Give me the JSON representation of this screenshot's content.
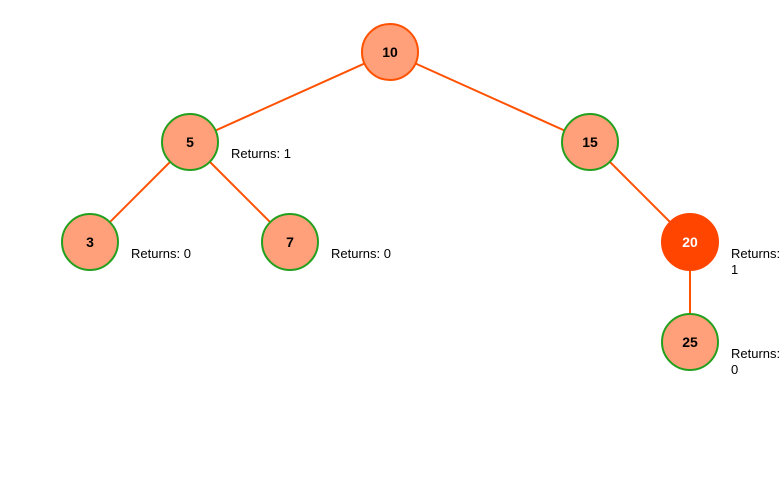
{
  "colors": {
    "edge": "#ff5100",
    "node_fill": "#ffa07a",
    "node_border_default": "#22a01e",
    "node_border_root": "#ff5100",
    "node_fill_active": "#ff4500",
    "node_text": "#000000",
    "node_text_active": "#ffffff"
  },
  "tree": {
    "nodes": [
      {
        "id": "n10",
        "value": "10",
        "state": "root",
        "returns": ""
      },
      {
        "id": "n5",
        "value": "5",
        "state": "visited",
        "returns": "Returns: 1"
      },
      {
        "id": "n15",
        "value": "15",
        "state": "visited",
        "returns": ""
      },
      {
        "id": "n3",
        "value": "3",
        "state": "visited",
        "returns": "Returns: 0"
      },
      {
        "id": "n7",
        "value": "7",
        "state": "visited",
        "returns": "Returns: 0"
      },
      {
        "id": "n20",
        "value": "20",
        "state": "active",
        "returns": "Returns: 1"
      },
      {
        "id": "n25",
        "value": "25",
        "state": "visited",
        "returns": "Returns: 0"
      }
    ],
    "edges": [
      [
        "n10",
        "n5"
      ],
      [
        "n10",
        "n15"
      ],
      [
        "n5",
        "n3"
      ],
      [
        "n5",
        "n7"
      ],
      [
        "n15",
        "n20"
      ],
      [
        "n20",
        "n25"
      ]
    ]
  }
}
